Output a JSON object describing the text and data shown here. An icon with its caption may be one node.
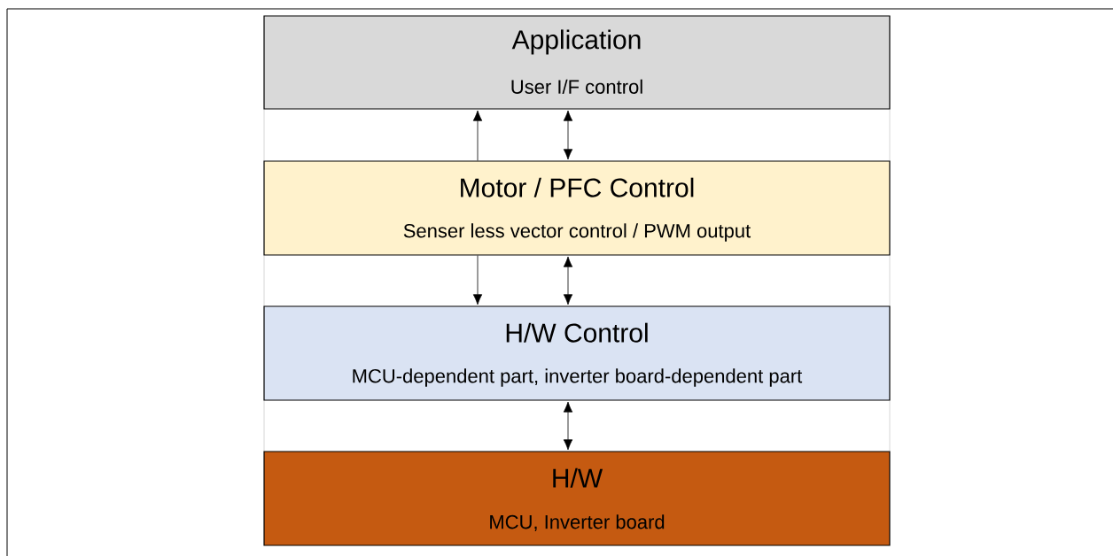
{
  "diagram": {
    "nodes": [
      {
        "text": [
          "Application",
          "User I/F control"
        ]
      },
      {
        "text": [
          "Motor / PFC Control",
          "Senser less vector control / PWM output"
        ]
      },
      {
        "text": [
          "H/W Control",
          "MCU-dependent part, inverter board-dependent part"
        ]
      },
      {
        "text": [
          "H/W",
          "MCU, Inverter board"
        ]
      }
    ],
    "edges": [
      {
        "from": 1,
        "to": 0,
        "arrow": "to"
      },
      {
        "from": 0,
        "to": 1,
        "arrow": "both"
      },
      {
        "from": 1,
        "to": 2,
        "arrow": "to"
      },
      {
        "from": 1,
        "to": 2,
        "arrow": "both"
      },
      {
        "from": 2,
        "to": 3,
        "arrow": "both"
      }
    ]
  }
}
